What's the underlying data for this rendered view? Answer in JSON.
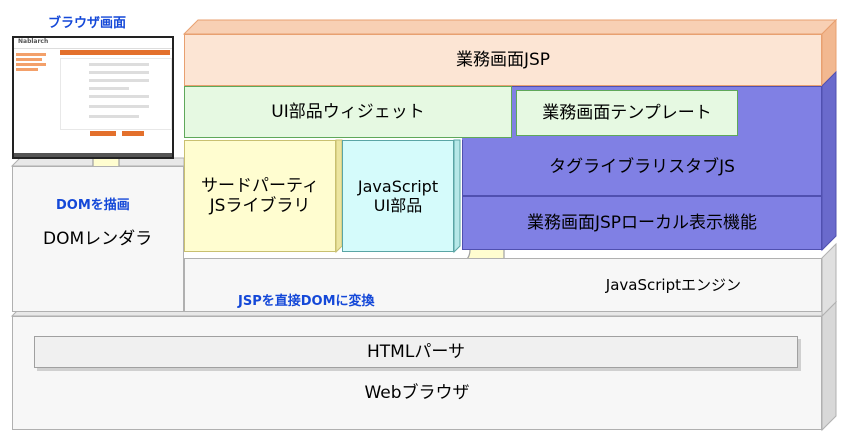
{
  "layers": {
    "business_jsp": "業務画面JSP",
    "ui_widget": "UI部品ウィジェット",
    "business_template": "業務画面テンプレート",
    "third_party_line1": "サードパーティ",
    "third_party_line2": "JSライブラリ",
    "js_ui_line1": "JavaScript",
    "js_ui_line2": "UI部品",
    "taglib_stub": "タグライブラリスタブJS",
    "jsp_local": "業務画面JSPローカル表示機能",
    "js_engine": "JavaScriptエンジン",
    "dom_renderer": "DOMレンダラ",
    "html_parser": "HTMLパーサ",
    "web_browser": "Webブラウザ"
  },
  "labels": {
    "browser_screen": "ブラウザ画面",
    "draw_dom": "DOMを描画",
    "jsp_to_dom": "JSPを直接DOMに変換"
  },
  "thumbnail": {
    "logo": "Nablarch"
  },
  "colors": {
    "orange": "#fce5d4",
    "green": "#e6f9e2",
    "yellow": "#fffdd0",
    "cyan": "#d5fbfb",
    "purple": "#8080e4",
    "label_blue": "#1448d8"
  }
}
